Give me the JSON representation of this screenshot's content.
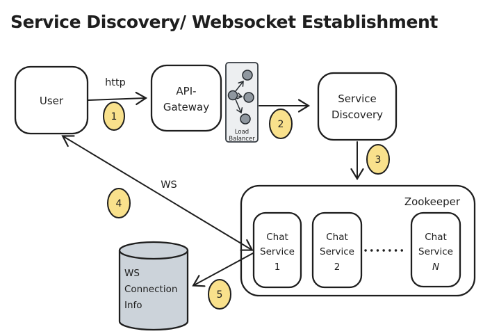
{
  "title": "Service Discovery/ Websocket Establishment",
  "colors": {
    "stroke": "#1e1e1e",
    "badge_fill": "#f9e18c",
    "cylinder_fill": "#ccd3da",
    "load_balancer_fill": "#edeff1",
    "load_balancer_node_fill": "#8f979f",
    "background": "#ffffff"
  },
  "nodes": {
    "user": {
      "label": "User"
    },
    "api_gateway": {
      "line1": "API-",
      "line2": "Gateway"
    },
    "load_balancer": {
      "line1": "Load",
      "line2": "Balancer"
    },
    "service_discovery": {
      "line1": "Service",
      "line2": "Discovery"
    },
    "zookeeper": {
      "label": "Zookeeper"
    },
    "chat_service_1": {
      "line1": "Chat",
      "line2": "Service",
      "line3": "1"
    },
    "chat_service_2": {
      "line1": "Chat",
      "line2": "Service",
      "line3": "2"
    },
    "chat_service_n": {
      "line1": "Chat",
      "line2": "Service",
      "line3": "N"
    },
    "ws_connection_info": {
      "line1": "WS",
      "line2": "Connection",
      "line3": "Info"
    }
  },
  "edges": {
    "http_label": "http",
    "ws_label": "WS"
  },
  "steps": [
    "1",
    "2",
    "3",
    "4",
    "5"
  ]
}
